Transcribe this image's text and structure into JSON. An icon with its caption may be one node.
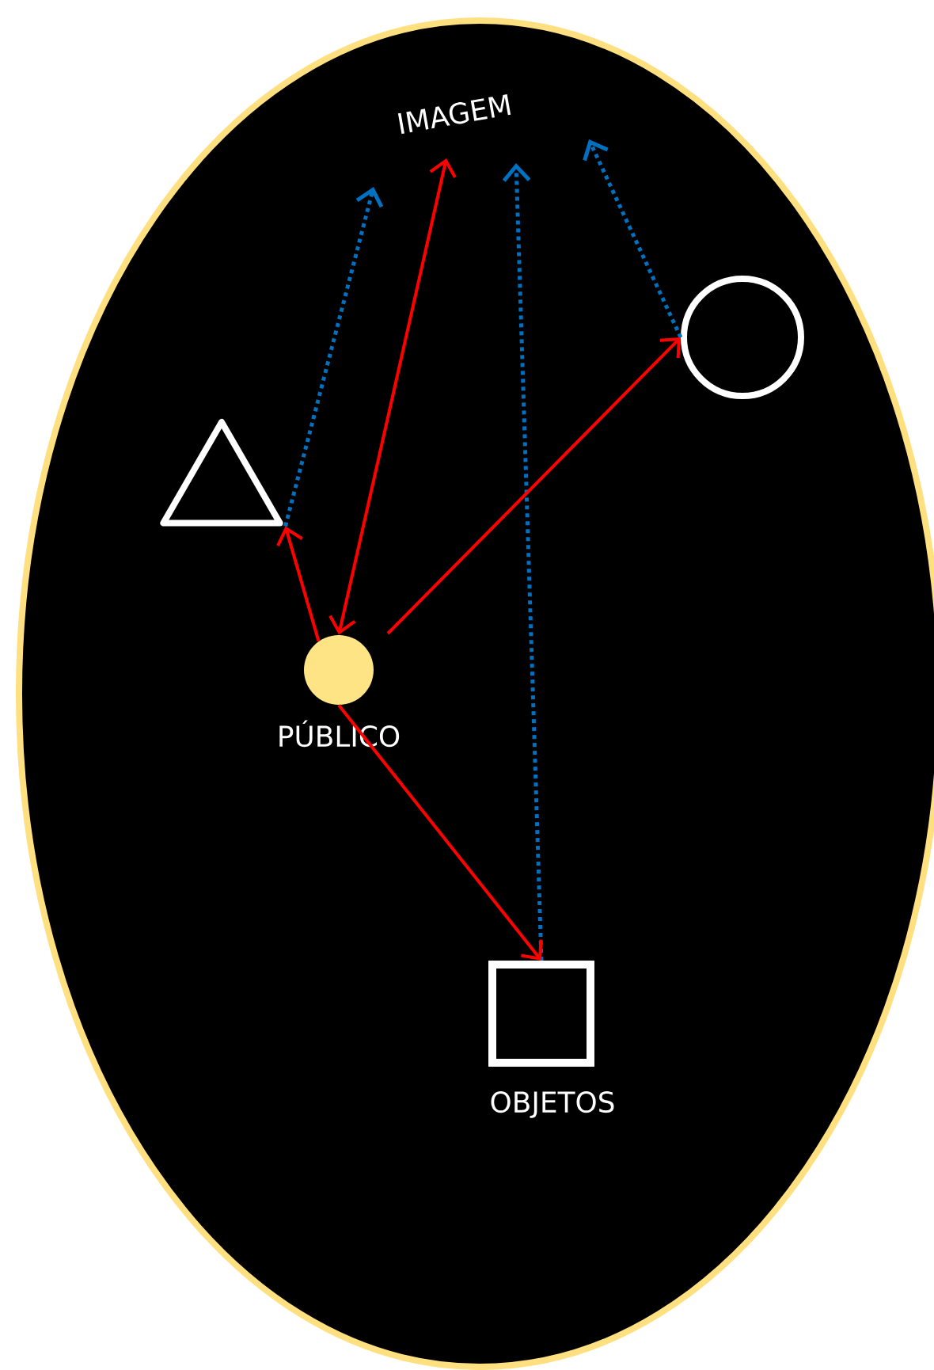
{
  "diagram": {
    "nodes": [
      {
        "text": [],
        "shape": "ellipse"
      },
      {
        "text": [
          "IMAGEM"
        ],
        "in": 0
      },
      {
        "text": [],
        "shape": "circle",
        "in": 0
      },
      {
        "text": [],
        "shape": "triangle",
        "in": 0
      },
      {
        "text": [
          "PÚBLICO"
        ],
        "in": 0
      },
      {
        "text": [
          "OBJETOS"
        ],
        "in": 0
      }
    ],
    "edges": [
      {
        "from": 3,
        "to": 1,
        "arrow": "to",
        "style": "dashed",
        "color": "#0070c0"
      },
      {
        "from": 4,
        "to": 1,
        "arrow": "both"
      },
      {
        "from": 2,
        "to": 1,
        "arrow": "to",
        "style": "dashed",
        "color": "#0070c0"
      },
      {
        "from": 5,
        "to": 1,
        "arrow": "to",
        "style": "dashed",
        "color": "#0070c0"
      },
      {
        "from": 4,
        "to": 3,
        "arrow": "to"
      },
      {
        "from": 4,
        "to": 2,
        "arrow": "to"
      },
      {
        "from": 4,
        "to": 5,
        "arrow": "to"
      }
    ]
  }
}
